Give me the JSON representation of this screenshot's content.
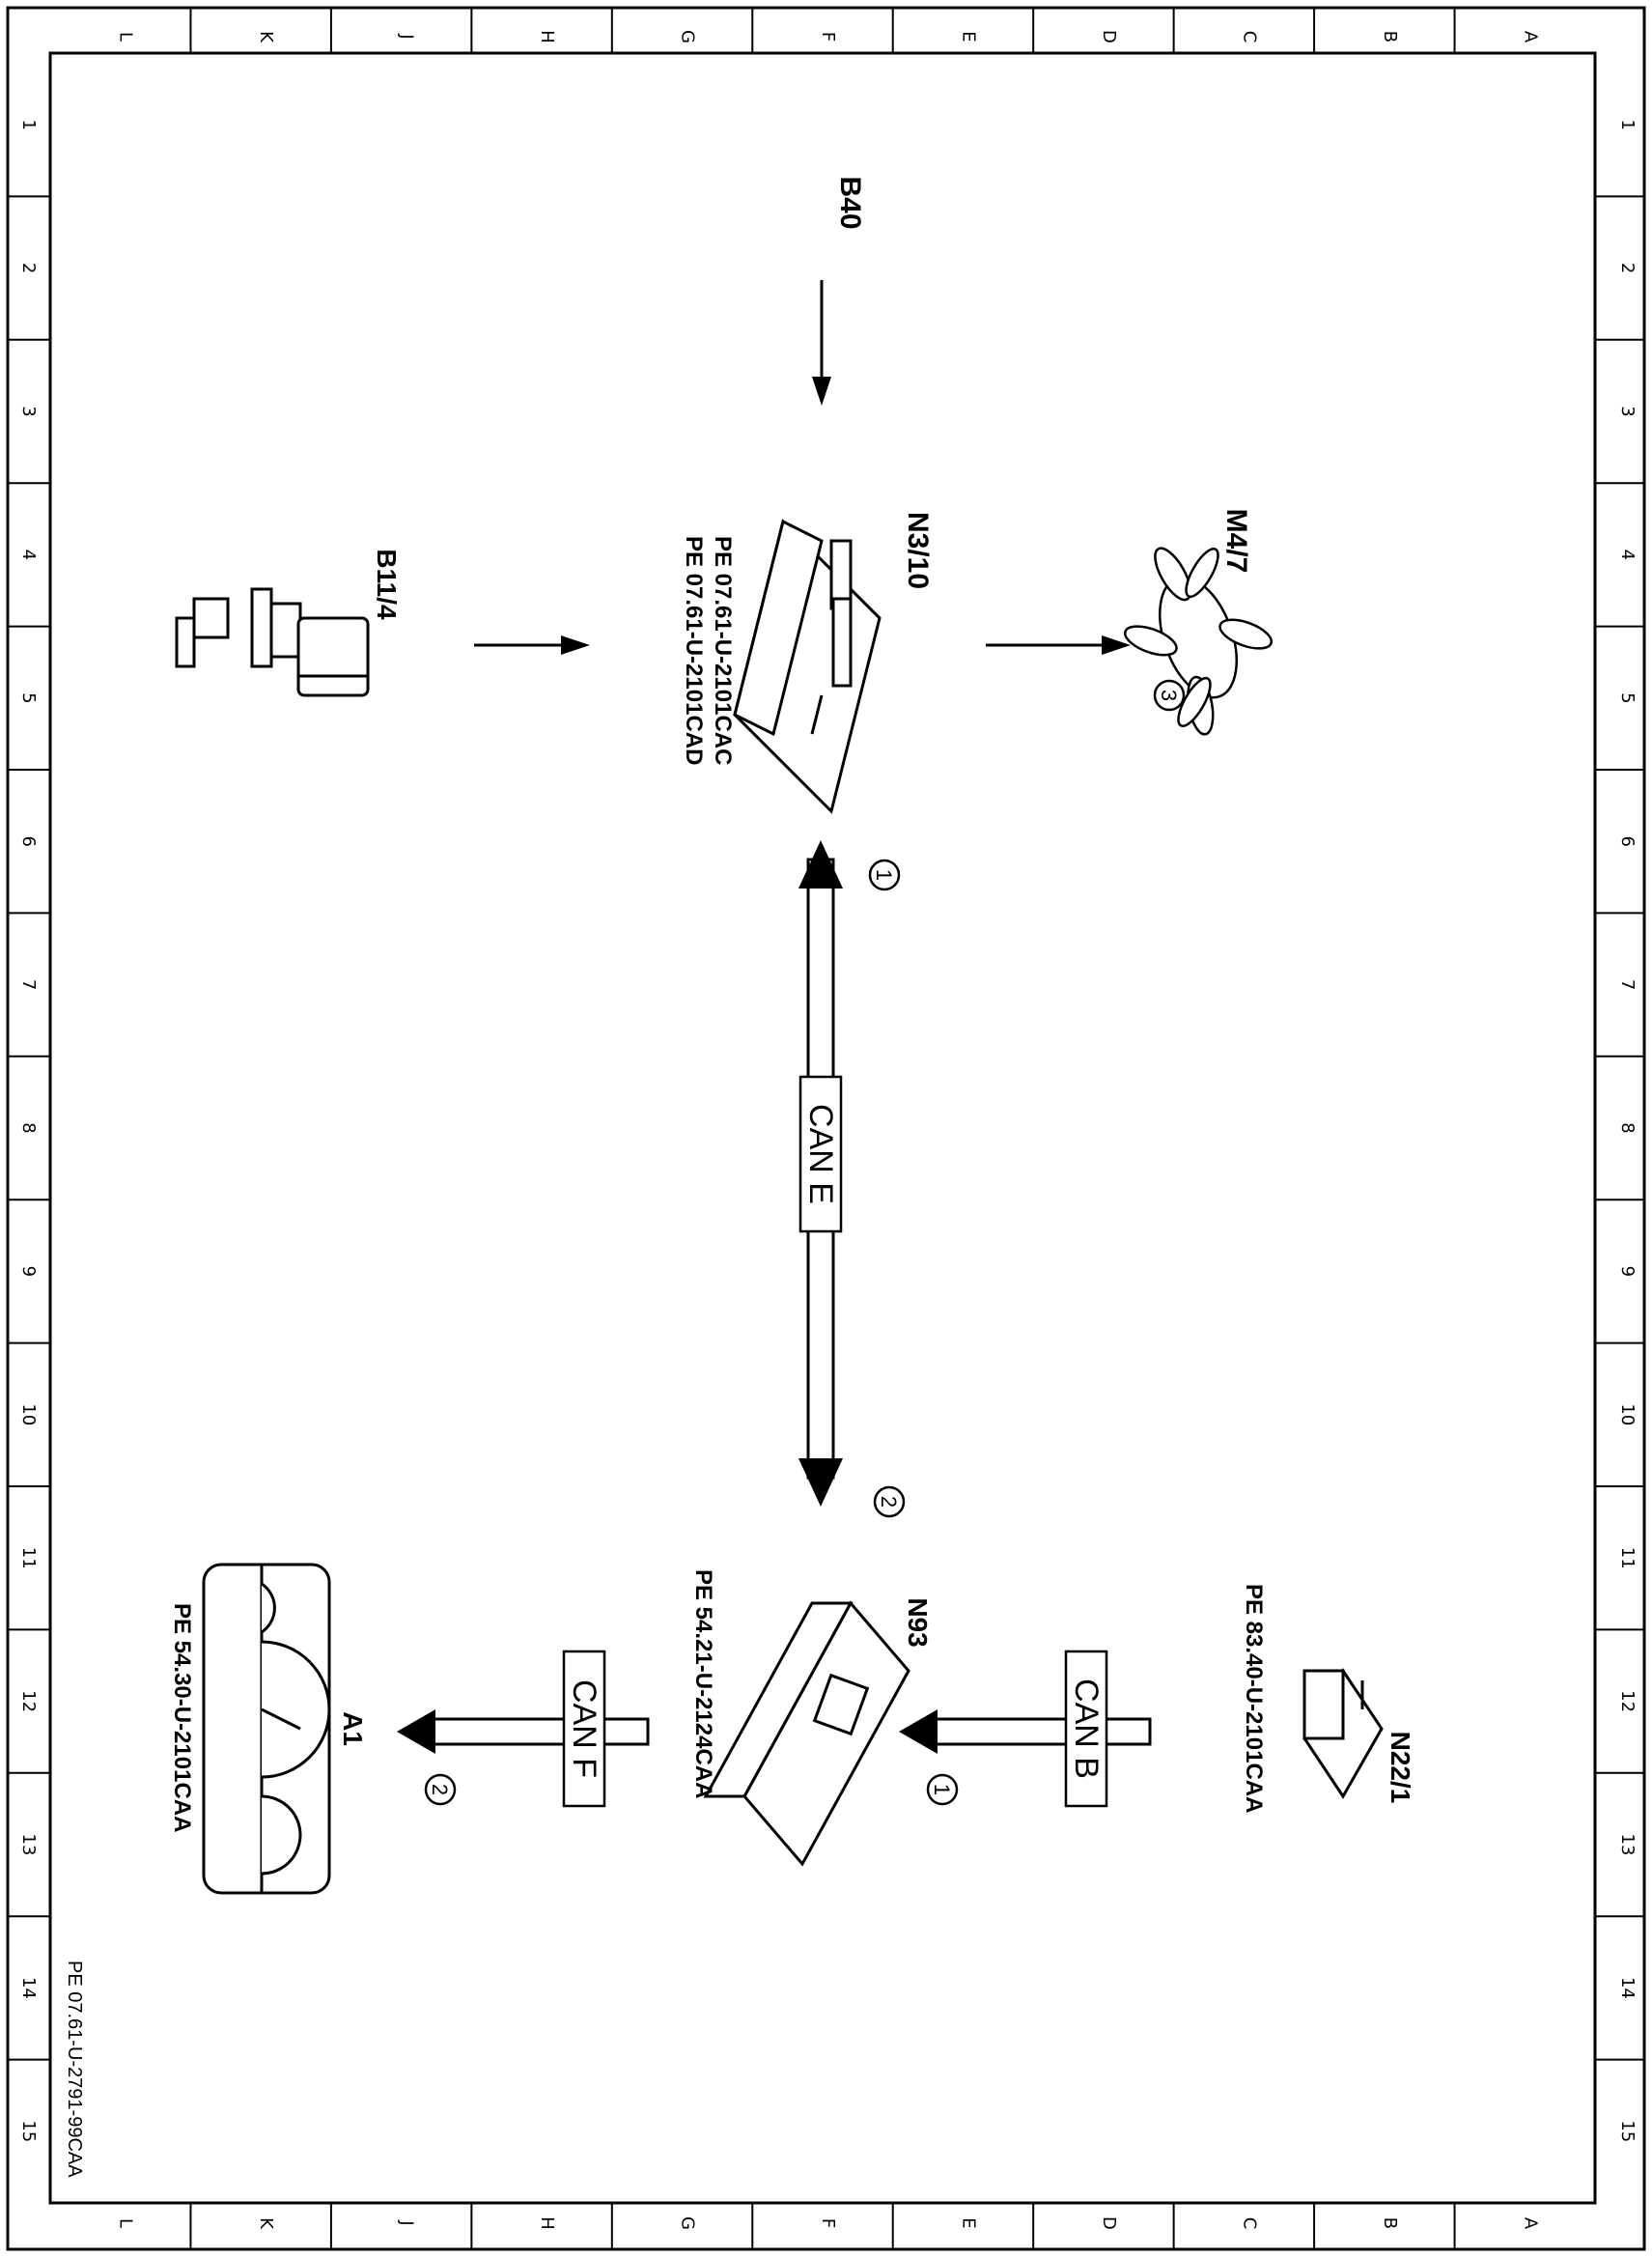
{
  "grid": {
    "letters": [
      "L",
      "K",
      "J",
      "H",
      "G",
      "F",
      "E",
      "D",
      "C",
      "B",
      "A"
    ],
    "numbers": [
      "1",
      "2",
      "3",
      "4",
      "5",
      "6",
      "7",
      "8",
      "9",
      "10",
      "11",
      "12",
      "13",
      "14",
      "15"
    ]
  },
  "components": {
    "b40": "B40",
    "b11_4": "B11/4",
    "n3_10": "N3/10",
    "m4_7": "M4/7",
    "n93": "N93",
    "n22_1": "N22/1",
    "a1": "A1"
  },
  "refs": {
    "n3_10_a": "PE 07.61-U-2101CAC",
    "n3_10_b": "PE 07.61-U-2101CAD",
    "n93": "PE 54.21-U-2124CAA",
    "n22_1": "PE 83.40-U-2101CAA",
    "a1": "PE 54.30-U-2101CAA"
  },
  "buses": {
    "can_e": "CAN E",
    "can_b": "CAN B",
    "can_f": "CAN F"
  },
  "callouts": {
    "c1_top": "1",
    "c2_mid": "2",
    "c3": "3",
    "c1_b": "1",
    "c2_f": "2"
  },
  "footer": "PE 07.61-U-2791-99CAA"
}
